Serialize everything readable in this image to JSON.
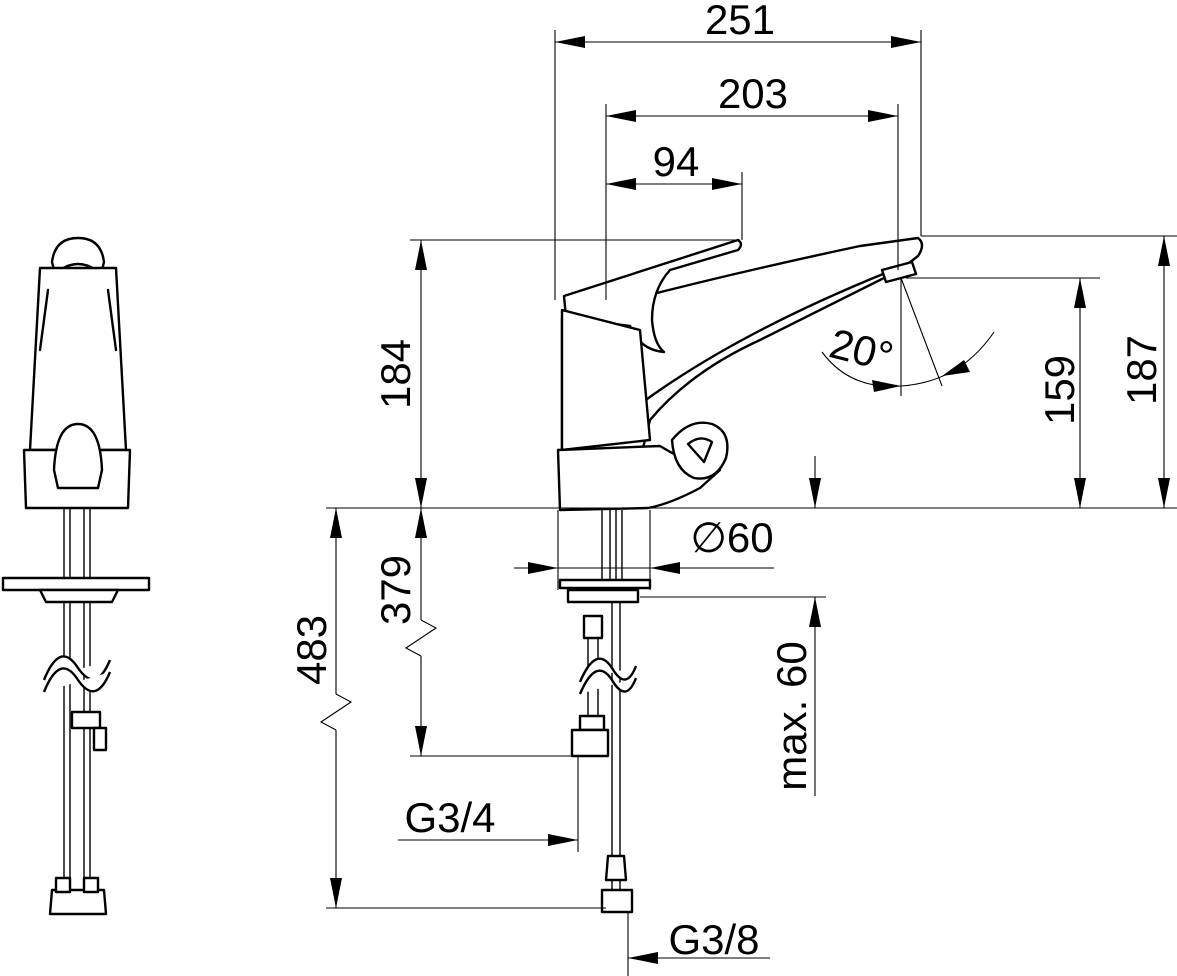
{
  "dimensions": {
    "d251": "251",
    "d203": "203",
    "d94": "94",
    "d184": "184",
    "d159": "159",
    "d187": "187",
    "angle": "20°",
    "diameter": "∅60",
    "d379": "379",
    "d483": "483",
    "max60": "max. 60",
    "g34": "G3/4",
    "g38": "G3/8"
  }
}
